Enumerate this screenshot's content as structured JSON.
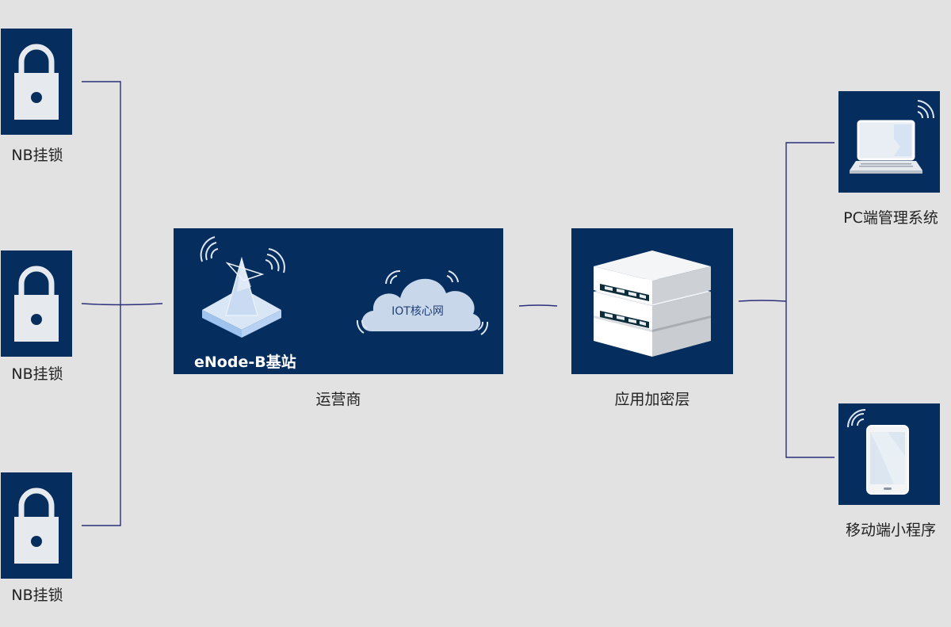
{
  "locks": [
    {
      "label": "NB挂锁"
    },
    {
      "label": "NB挂锁"
    },
    {
      "label": "NB挂锁"
    }
  ],
  "operator": {
    "label": "运营商",
    "station_label": "eNode-B基站",
    "cloud_label": "IOT核心网"
  },
  "app_layer": {
    "label": "应用加密层"
  },
  "pc": {
    "label": "PC端管理系统"
  },
  "mobile": {
    "label": "移动端小程序"
  },
  "colors": {
    "background": "#e2e2e2",
    "panel": "#052d5e",
    "connector": "#2b2f7a",
    "icon": "#e6e9ee"
  },
  "icons": [
    "lock-icon",
    "station-icon",
    "cloud-icon",
    "server-icon",
    "laptop-icon",
    "phone-icon",
    "wifi-icon"
  ]
}
